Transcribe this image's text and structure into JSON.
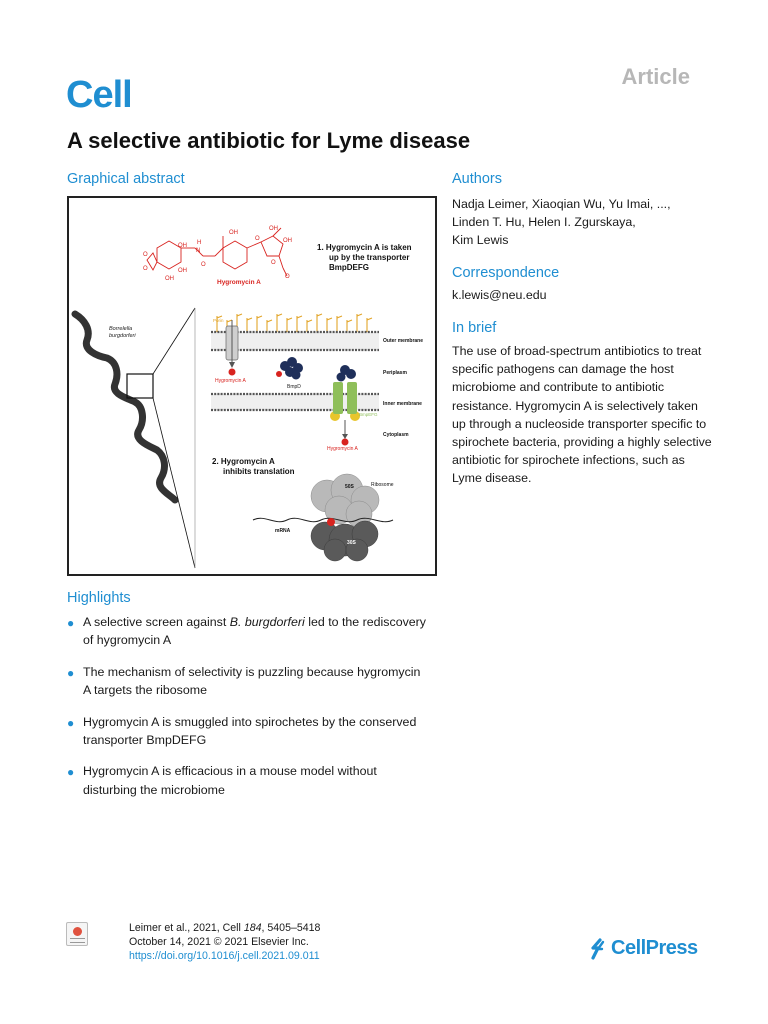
{
  "journal": {
    "logo": "Cell",
    "article_type": "Article"
  },
  "title": "A selective antibiotic for Lyme disease",
  "sections": {
    "graphical_abstract": "Graphical abstract",
    "authors": "Authors",
    "correspondence": "Correspondence",
    "in_brief": "In brief",
    "highlights": "Highlights"
  },
  "authors": [
    "Nadja Leimer, Xiaoqian Wu, Yu Imai, ...,",
    "Linden T. Hu, Helen I. Zgurskaya,",
    "Kim Lewis"
  ],
  "correspondence_email": "k.lewis@neu.edu",
  "in_brief": "The use of broad-spectrum antibiotics to treat specific pathogens can damage the host microbiome and contribute to antibiotic resistance. Hygromycin A is selectively taken up through a nucleoside transporter specific to spirochete bacteria, providing a highly selective antibiotic for spirochete infections, such as Lyme disease.",
  "highlights": [
    {
      "pre": "A selective screen against ",
      "italic": "B. burgdorferi",
      "post": " led to the rediscovery of hygromycin A"
    },
    {
      "pre": "The mechanism of selectivity is puzzling because hygromycin A targets the ribosome",
      "italic": "",
      "post": ""
    },
    {
      "pre": "Hygromycin A is smuggled into spirochetes by the conserved transporter BmpDEFG",
      "italic": "",
      "post": ""
    },
    {
      "pre": "Hygromycin A is efficacious in a mouse model without disturbing the microbiome",
      "italic": "",
      "post": ""
    }
  ],
  "figure": {
    "step1": [
      "1.  Hygromycin A is taken",
      "up by the transporter",
      "BmpDEFG"
    ],
    "molecule_label": "Hygromycin A",
    "organism": [
      "Borrelella",
      "burgdorferi"
    ],
    "porin": "Porin",
    "outer_membrane": "Outer membrane",
    "periplasm": "Periplasm",
    "inner_membrane": "Inner membrane",
    "cytoplasm": "Cytoplasm",
    "bmpd": "BmpD",
    "bmpefg": "BmpEFG",
    "hygromycin_periplasm": "Hygromycin A",
    "hygromycin_cytoplasm": "Hygromycin A",
    "step2": [
      "2.  Hygromycin A",
      "inhibits translation"
    ],
    "ribosome": "Ribosome",
    "s50": "50S",
    "s30": "30S",
    "mrna": "mRNA"
  },
  "footer": {
    "citation_pre": "Leimer et al., 2021, Cell ",
    "citation_vol": "184",
    "citation_post": ", 5405–5418",
    "date": "October 14, 2021 © 2021 Elsevier Inc.",
    "doi": "https://doi.org/10.1016/j.cell.2021.09.011"
  },
  "publisher": "CellPress",
  "colors": {
    "accent": "#1f8ed1",
    "article_label": "#b7b7b7",
    "molecule_red": "#d8231f"
  }
}
